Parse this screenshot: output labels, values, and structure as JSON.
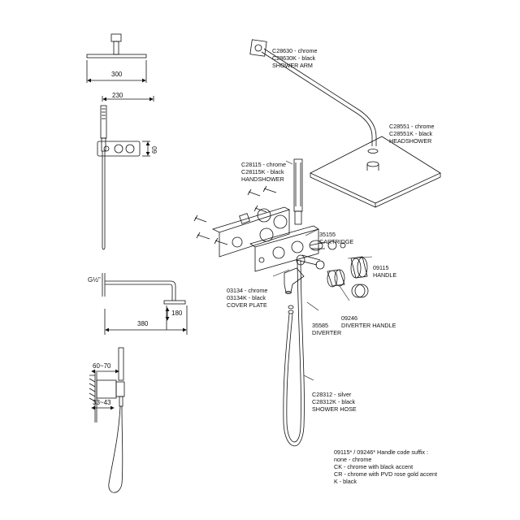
{
  "dimensions": {
    "head_width": "300",
    "total_width": "230",
    "panel_height": "60",
    "thread": "G½\"",
    "head_drop": "180",
    "arm_length": "380",
    "depth_range": "60~70",
    "depth_range_small": "33~43"
  },
  "parts": {
    "shower_arm": [
      "C28630 - chrome",
      "C28630K - black",
      "SHOWER ARM"
    ],
    "headshower": [
      "C28551 - chrome",
      "C28551K - black",
      "HEADSHOWER"
    ],
    "handshower": [
      "C28115 - chrome",
      "C28115K - black",
      "HANDSHOWER"
    ],
    "cartridge": [
      "35155",
      "CARTRIDGE"
    ],
    "handle": [
      "09115",
      "HANDLE"
    ],
    "cover_plate": [
      "03134 - chrome",
      "03134K - black",
      "COVER PLATE"
    ],
    "diverter_handle": [
      "09246",
      "DIVERTER HANDLE"
    ],
    "diverter": [
      "35585",
      "DIVERTER"
    ],
    "shower_hose": [
      "C28312 - silver",
      "C28312K - black",
      "SHOWER HOSE"
    ]
  },
  "suffix_note": [
    "09115* / 09246* Handle code suffix :",
    "none - chrome",
    "CK - chrome with black accent",
    "CR - chrome with PVD rose gold accent",
    "K - black"
  ]
}
